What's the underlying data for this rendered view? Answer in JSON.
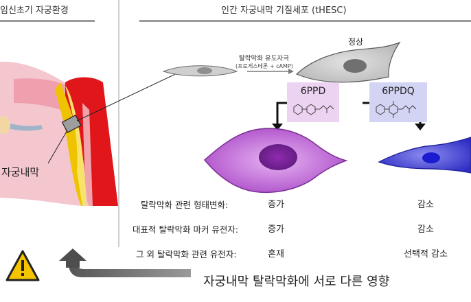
{
  "left_panel": {
    "title": "임신초기 자궁환경",
    "uterus_label": "자궁내막"
  },
  "right_panel": {
    "title": "인간 자궁내막 기질세포 (tHESC)",
    "stimulus_label": "탈락막화 유도자극",
    "stimulus_sub": "(프로게스테론 + cAMP)",
    "normal_label": "정상",
    "compound_a": "6PPD",
    "compound_b": "6PPDQ"
  },
  "rows": [
    {
      "label": "탈락막화 관련 형태변화:",
      "ppd": "증가",
      "ppdq": "감소"
    },
    {
      "label": "대표적 탈락막화 마커 유전자:",
      "ppd": "증가",
      "ppdq": "감소"
    },
    {
      "label": "그 외 탈락막화 관련 유전자:",
      "ppd": "혼재",
      "ppdq": "선택적 감소"
    }
  ],
  "conclusion": "자궁내막 탈락막화에 서로 다른 영향",
  "icons": {
    "warning": "warning-icon",
    "return_arrow": "curved-arrow-icon"
  },
  "colors": {
    "ppd_cell": "#b45ad0",
    "ppdq_cell": "#3b3bd6",
    "ppd_box": "#ecd3f1",
    "ppdq_box": "#d3d3f4",
    "warning": "#f5c400",
    "uterus_red": "#e0161b"
  }
}
